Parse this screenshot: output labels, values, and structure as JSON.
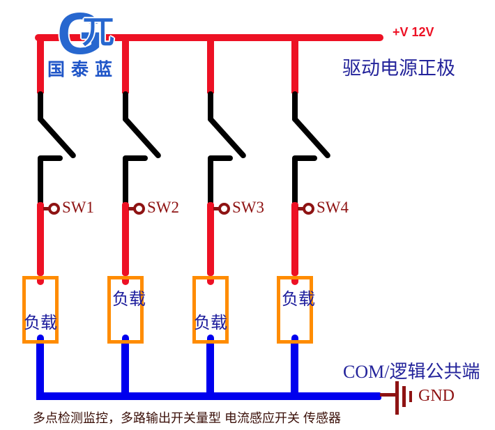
{
  "logo": {
    "g_glyph": "G",
    "pi_glyph": "兀",
    "name": "国泰蓝"
  },
  "power": {
    "voltage_label": "+V 12V",
    "caption": "驱动电源正极"
  },
  "switches": [
    {
      "label": "SW1"
    },
    {
      "label": "SW2"
    },
    {
      "label": "SW3"
    },
    {
      "label": "SW4"
    }
  ],
  "loads": [
    {
      "label": "负载"
    },
    {
      "label": "负载"
    },
    {
      "label": "负载"
    },
    {
      "label": "负载"
    }
  ],
  "common": {
    "label": "COM/逻辑公共端",
    "ground_label": "GND"
  },
  "footer": {
    "caption": "多点检测监控，多路输出开关量型 电流感应开关 传感器"
  },
  "colors": {
    "wire_red": "#ed1124",
    "wire_blue": "#0000ee",
    "wire_black": "#000000",
    "load_border": "#ff8c00",
    "label_navy": "#24249b",
    "label_dark_red": "#8e1313",
    "logo_blue": "#2767cf",
    "footer_text": "#3a0f08"
  }
}
